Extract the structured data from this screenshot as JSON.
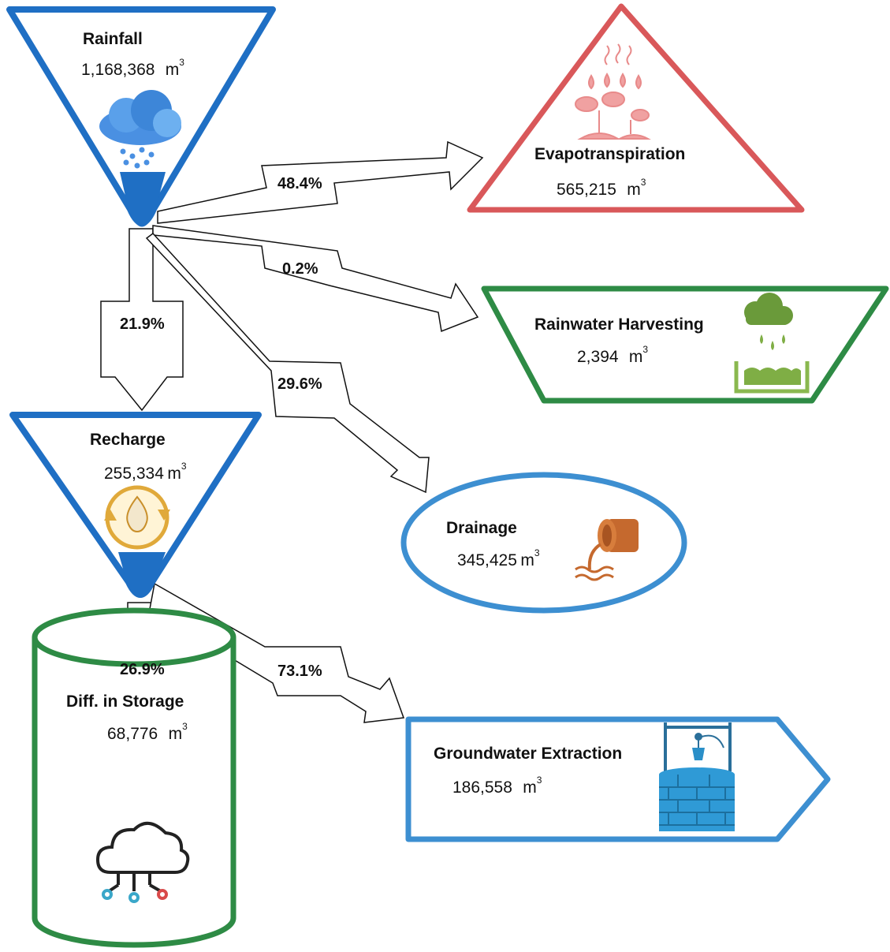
{
  "nodes": {
    "rainfall": {
      "title": "Rainfall",
      "value": "1,168,368",
      "unit": "m",
      "unit_sup": "3",
      "icon": "rain-cloud-icon",
      "color": "#1f6fc4"
    },
    "evapotranspiration": {
      "title": "Evapotranspiration",
      "value": "565,215",
      "unit": "m",
      "unit_sup": "3",
      "icon": "plants-evaporation-icon",
      "color": "#d9585a"
    },
    "rainwater_harvesting": {
      "title": "Rainwater Harvesting",
      "value": "2,394",
      "unit": "m",
      "unit_sup": "3",
      "icon": "rain-collection-tank-icon",
      "color": "#2e8b45"
    },
    "recharge": {
      "title": "Recharge",
      "value": "255,334",
      "unit": "m",
      "unit_sup": "3",
      "icon": "water-cycle-icon",
      "color": "#1f6fc4"
    },
    "drainage": {
      "title": "Drainage",
      "value": "345,425",
      "unit": "m",
      "unit_sup": "3",
      "icon": "drain-pipe-icon",
      "color": "#3d8fd1"
    },
    "storage": {
      "title": "Diff. in Storage",
      "value": "68,776",
      "unit": "m",
      "unit_sup": "3",
      "icon": "cloud-network-icon",
      "color": "#2e8b45"
    },
    "groundwater_extraction": {
      "title": "Groundwater Extraction",
      "value": "186,558",
      "unit": "m",
      "unit_sup": "3",
      "icon": "water-well-icon",
      "color": "#3d8fd1"
    }
  },
  "flows": {
    "to_evapotranspiration": "48.4%",
    "to_rainwater_harvesting": "0.2%",
    "to_recharge": "21.9%",
    "to_drainage": "29.6%",
    "to_storage": "26.9%",
    "to_groundwater_extraction": "73.1%"
  }
}
